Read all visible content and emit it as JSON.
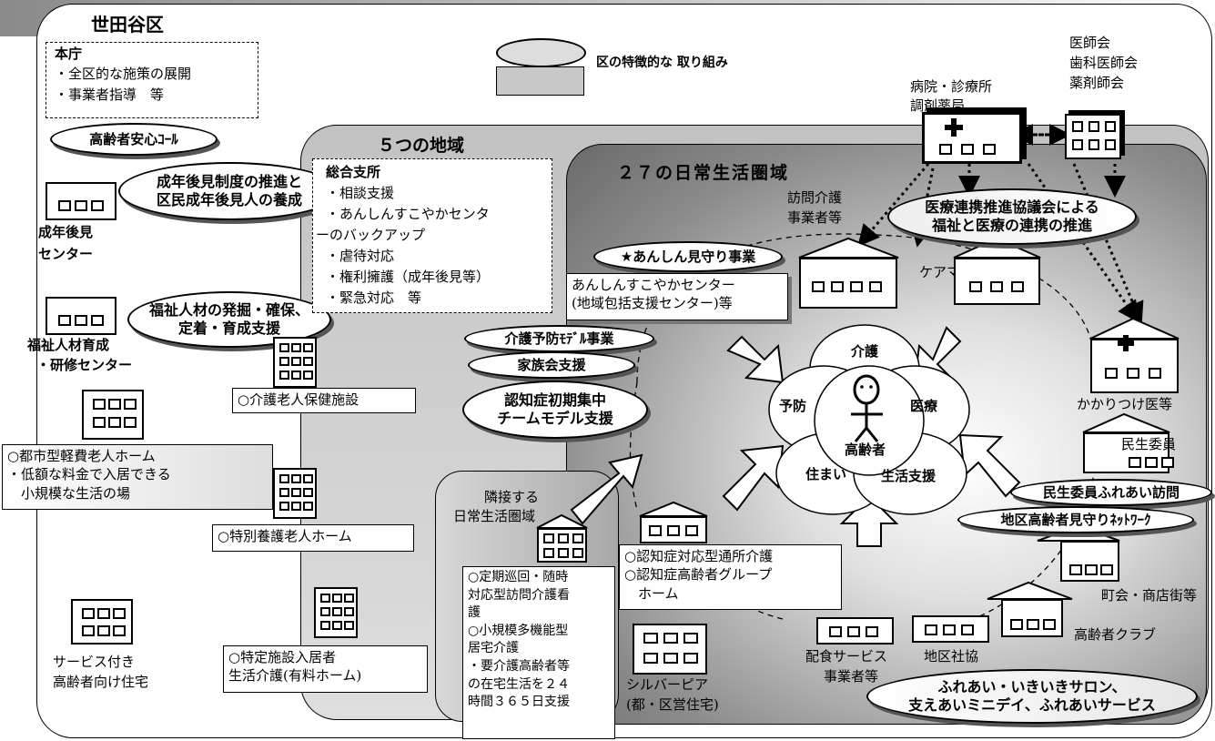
{
  "ward": {
    "title": "世田谷区",
    "honcho": {
      "heading": "本庁",
      "lines": [
        "・全区的な施策の展開",
        "・事業者指導　等"
      ]
    },
    "legend_label": "区の特徴的な 取り組み",
    "anshin_call": "高齢者安心ｺｰﾙ",
    "guardian_oval": [
      "成年後見制度の推進と",
      "区民成年後見人の養成"
    ],
    "guardian_center": [
      "成年後見",
      "センター"
    ],
    "welfare_oval": [
      "福祉人材の発掘・確保、",
      "定着・育成支援"
    ],
    "welfare_center": [
      "福祉人材育成",
      "・研修センター"
    ],
    "low_cost_home": [
      "○都市型軽費老人ホーム",
      "・低額な料金で入居できる",
      "　小規模な生活の場"
    ],
    "service_housing": [
      "サービス付き",
      "高齢者向け住宅"
    ]
  },
  "five_regions": {
    "title": "５つの地域",
    "branch": {
      "heading": "総合支所",
      "lines": [
        "・相談支援",
        "・あんしんすこやかセンタ",
        "ーのバックアップ",
        "・虐待対応",
        "・権利擁護（成年後見等）",
        "・緊急対応　等"
      ]
    },
    "rouken": "○介護老人保健施設",
    "tokuyou": "○特別養護老人ホーム",
    "tokutei": [
      "○特定施設入居者",
      "生活介護(有料ホーム)"
    ]
  },
  "daily_areas": {
    "title": "２７の日常生活圏域",
    "visit_care": [
      "訪問介護",
      "事業者等"
    ],
    "anshin_mimamori": "★あんしん見守り事業",
    "anshin_center": [
      "あんしんすこやかセンター",
      "(地域包括支援センター)等"
    ],
    "care_manager": "ケアマネジャー",
    "kaigo_yobo": "介護予防ﾓﾃﾞﾙ事業",
    "family_support": "家族会支援",
    "dementia_team": [
      "認知症初期集中",
      "チームモデル支援"
    ],
    "med_council": [
      "医療連携推進協議会による",
      "福祉と医療の連携の推進"
    ],
    "hospital": [
      "病院・診療所",
      "調剤薬局"
    ],
    "med_assoc": [
      "医師会",
      "歯科医師会",
      "薬剤師会"
    ],
    "family_doctor": "かかりつけ医等",
    "minsei": "民生委員",
    "minsei_visit": "民生委員ふれあい訪問",
    "district_network": "地区高齢者見守りﾈｯﾄﾜｰｸ",
    "neighbor_area": [
      "隣接する",
      "日常生活圏域"
    ],
    "teiki": [
      "○定期巡回・随時",
      "対応型訪問介護看",
      "護",
      "○小規模多機能型",
      "居宅介護",
      "・要介護高齢者等",
      "の在宅生活を２４",
      "時間３６５日支援"
    ],
    "dementia_services": [
      "○認知症対応型通所介護",
      "○認知症高齢者グループ",
      "　ホーム"
    ],
    "silver_peer": [
      "シルバーピア",
      "(都・区営住宅)"
    ],
    "meal_service": [
      "配食サービス",
      "事業者等"
    ],
    "district_council": "地区社協",
    "town_assoc": "町会・商店街等",
    "senior_club": "高齢者クラブ",
    "salon_oval": [
      "ふれあい・いきいきサロン、",
      "支えあいミニデイ、ふれあいサービス"
    ]
  },
  "center_flower": {
    "care": "介護",
    "medical": "医療",
    "prevention": "予防",
    "housing": "住まい",
    "life_support": "生活支援",
    "elderly": "高齢者"
  },
  "colors": {
    "outer_gray": "#9e9e9e",
    "region_gray": "#c8c8c8",
    "daily_gray": "#6e6e6e",
    "light": "#f2f2f2"
  }
}
